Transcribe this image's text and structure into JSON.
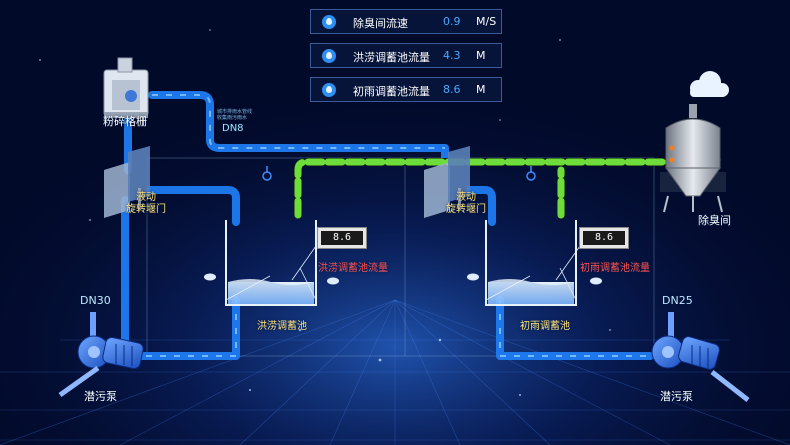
{
  "metrics": [
    {
      "label": "除臭间流速",
      "value": "0.9",
      "unit": "M/S"
    },
    {
      "label": "洪涝调蓄池流量",
      "value": "4.3",
      "unit": "M"
    },
    {
      "label": "初雨调蓄池流量",
      "value": "8.6",
      "unit": "M"
    }
  ],
  "labels": {
    "grinder": "粉碎格栅",
    "pipe_note": "城市排雨水管线\n收集雨污雨水",
    "dn_left_top": "DN8",
    "gate_left": "液动\n旋转堰门",
    "gate_right": "液动\n旋转堰门",
    "deodor_room": "除臭间",
    "dn30": "DN30",
    "dn25": "DN25",
    "pump_left": "潜污泵",
    "pump_right": "潜污泵",
    "tank_left": "洪涝调蓄池",
    "tank_right": "初雨调蓄池",
    "meter_left_label": "洪涝调蓄池流量",
    "meter_right_label": "初雨调蓄池流量"
  },
  "meters": {
    "left": "8.6",
    "right": "8.6"
  },
  "colors": {
    "pipe_blue": "#1f7cf2",
    "pipe_green": "#6edc3a",
    "background": "#020a2a",
    "alarm_red": "#ff4040"
  },
  "icons": [
    "cloud-icon",
    "water-drop-icon",
    "gate-valve-icon",
    "pump-icon",
    "grinder-icon",
    "deodorization-tower-icon"
  ]
}
